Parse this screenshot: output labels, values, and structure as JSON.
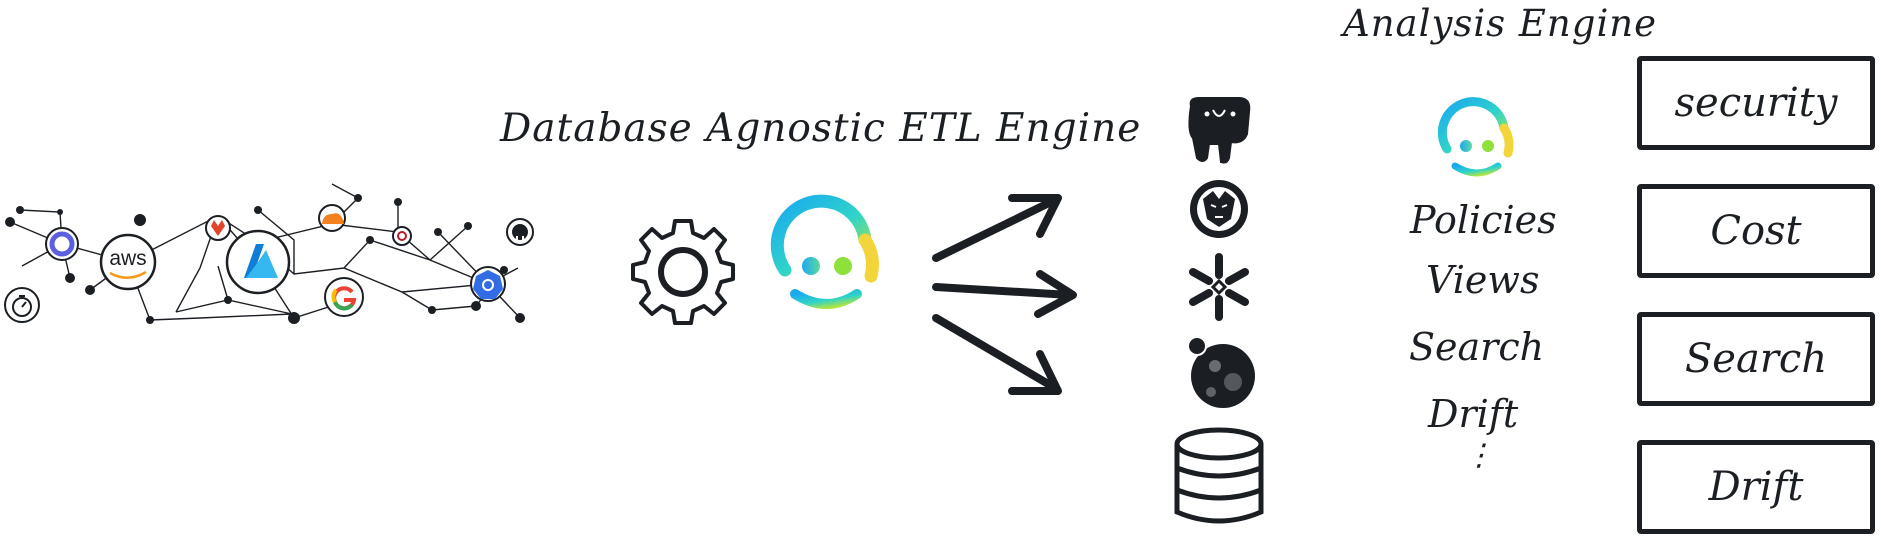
{
  "etl": {
    "title": "Database Agnostic ETL Engine"
  },
  "analysis": {
    "title": "Analysis Engine",
    "items": [
      "Policies",
      "Views",
      "Search",
      "Drift",
      "⋮"
    ]
  },
  "features": [
    "security",
    "Cost",
    "Search",
    "Drift"
  ],
  "icons": {
    "sources": [
      "aws-icon",
      "azure-icon",
      "google-cloud-icon",
      "kubernetes-icon",
      "gitlab-icon",
      "cloudflare-icon",
      "github-icon",
      "okta-icon",
      "timer-icon"
    ],
    "storage": [
      "postgresql-icon",
      "badger-db-icon",
      "snowflake-icon",
      "neo4j-icon",
      "database-icon"
    ],
    "engine": [
      "gear-icon",
      "cloudquery-logo-icon"
    ]
  },
  "colors": {
    "ink": "#1b1f24",
    "logo_blue": "#1aa9f0",
    "logo_green": "#8ee03a",
    "logo_yellow": "#f2d53a",
    "aws_orange": "#f7991c"
  }
}
